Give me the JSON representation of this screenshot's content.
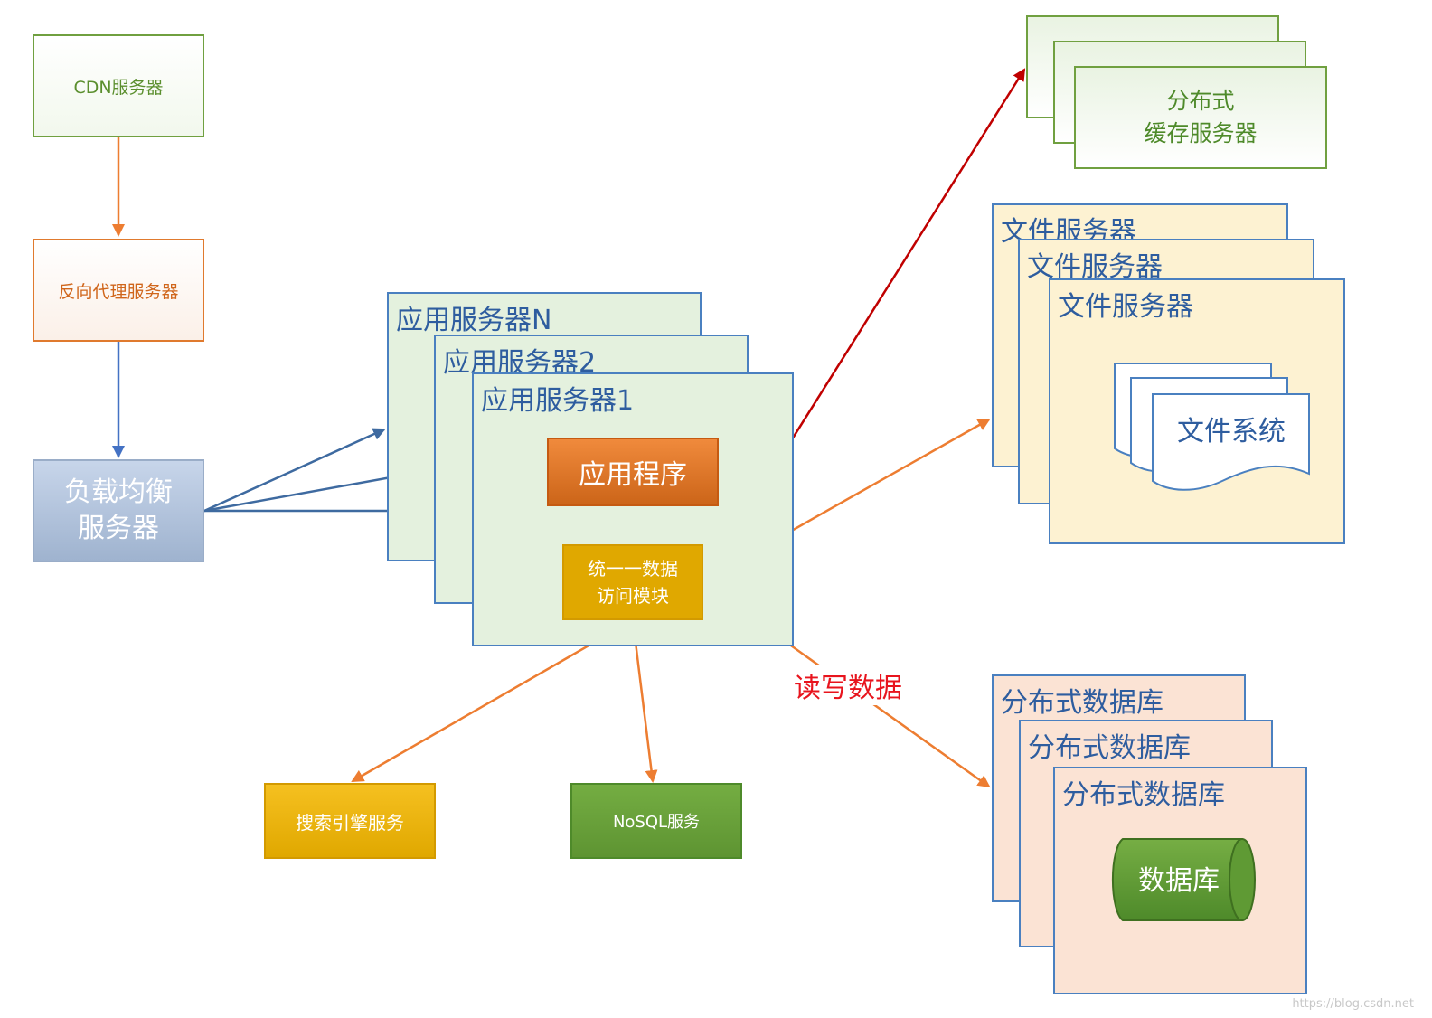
{
  "cdn": {
    "label": "CDN服务器"
  },
  "proxy": {
    "label": "反向代理服务器"
  },
  "load_balancer": {
    "line1": "负载均衡",
    "line2": "服务器"
  },
  "app_servers": {
    "n": "应用服务器N",
    "two": "应用服务器2",
    "one": "应用服务器1"
  },
  "application": {
    "label": "应用程序"
  },
  "data_access": {
    "line1": "统一一数据",
    "line2": "访问模块"
  },
  "search": {
    "label": "搜索引擎服务"
  },
  "nosql": {
    "label": "NoSQL服务"
  },
  "cache": {
    "line1": "分布式",
    "line2": "缓存服务器"
  },
  "file_servers": {
    "label": "文件服务器",
    "fs_label": "文件系统"
  },
  "databases": {
    "label": "分布式数据库",
    "db_label": "数据库"
  },
  "read_write": {
    "label": "读写数据"
  },
  "watermark": "https://blog.csdn.net",
  "colors": {
    "green": "#70a040",
    "orange": "#e07a2e",
    "blue": "#4a80c0",
    "red": "#c00000",
    "arrow_blue": "#3e6aa0",
    "arrow_orange": "#ed7d31",
    "label_red": "#e8141d"
  }
}
